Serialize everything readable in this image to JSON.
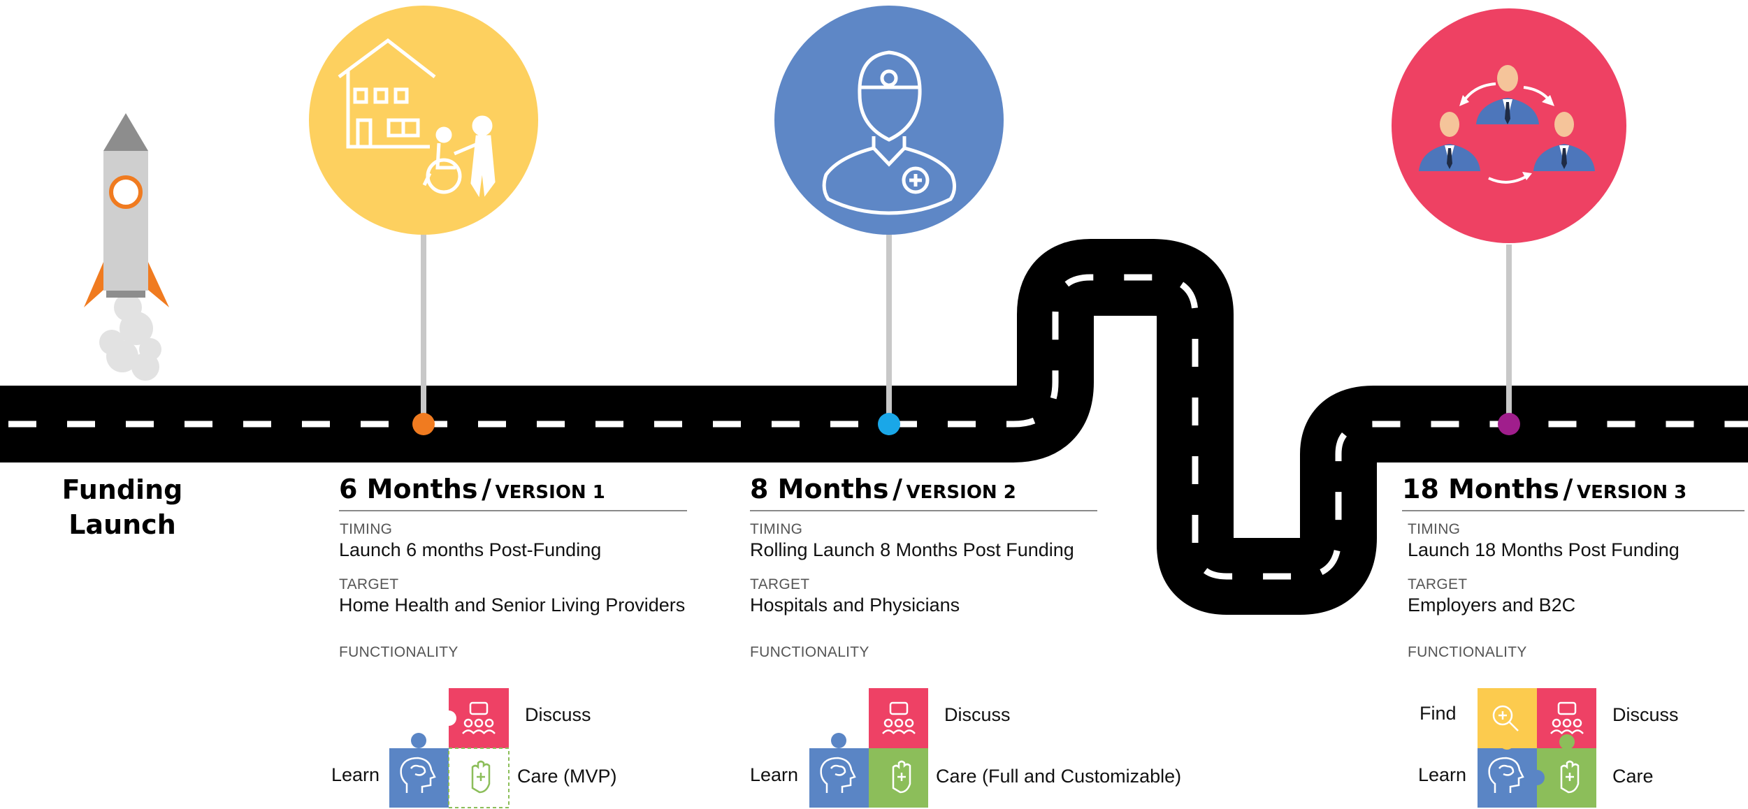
{
  "funding_launch": {
    "line1": "Funding",
    "line2": "Launch"
  },
  "stages": [
    {
      "title": "6 Months",
      "version": "VERSION 1",
      "slash": "/",
      "timing_label": "TIMING",
      "timing": "Launch 6 months Post-Funding",
      "target_label": "TARGET",
      "target": "Home Health and Senior Living Providers",
      "functionality_label": "FUNCTIONALITY",
      "pieces": {
        "discuss": "Discuss",
        "learn": "Learn",
        "care": "Care (MVP)"
      },
      "icon": "house-caregiver-icon",
      "circle_color": "#fdd05f",
      "dot_color": "#f07b20"
    },
    {
      "title": "8 Months",
      "version": "VERSION 2",
      "slash": "/",
      "timing_label": "TIMING",
      "timing": "Rolling Launch 8 Months Post Funding",
      "target_label": "TARGET",
      "target": "Hospitals and Physicians",
      "functionality_label": "FUNCTIONALITY",
      "pieces": {
        "discuss": "Discuss",
        "learn": "Learn",
        "care": "Care (Full and Customizable)"
      },
      "icon": "doctor-icon",
      "circle_color": "#5e87c6",
      "dot_color": "#1aa7e8"
    },
    {
      "title": "18 Months",
      "version": "VERSION 3",
      "slash": "/",
      "timing_label": "TIMING",
      "timing": "Launch 18 Months Post Funding",
      "target_label": "TARGET",
      "target": "Employers and B2C",
      "functionality_label": "FUNCTIONALITY",
      "pieces": {
        "find": "Find",
        "discuss": "Discuss",
        "learn": "Learn",
        "care": "Care"
      },
      "icon": "business-people-cycle-icon",
      "circle_color": "#ee4163",
      "dot_color": "#a01e8c"
    }
  ],
  "colors": {
    "road": "#000000",
    "lane": "#ffffff",
    "pole": "#c8c8c8",
    "puzzle_blue": "#5a85c5",
    "puzzle_red": "#ee4165",
    "puzzle_green": "#8cbe5a",
    "puzzle_yellow": "#fccb4e",
    "rocket_body": "#cfcfcf",
    "rocket_fin": "#f07b20"
  }
}
